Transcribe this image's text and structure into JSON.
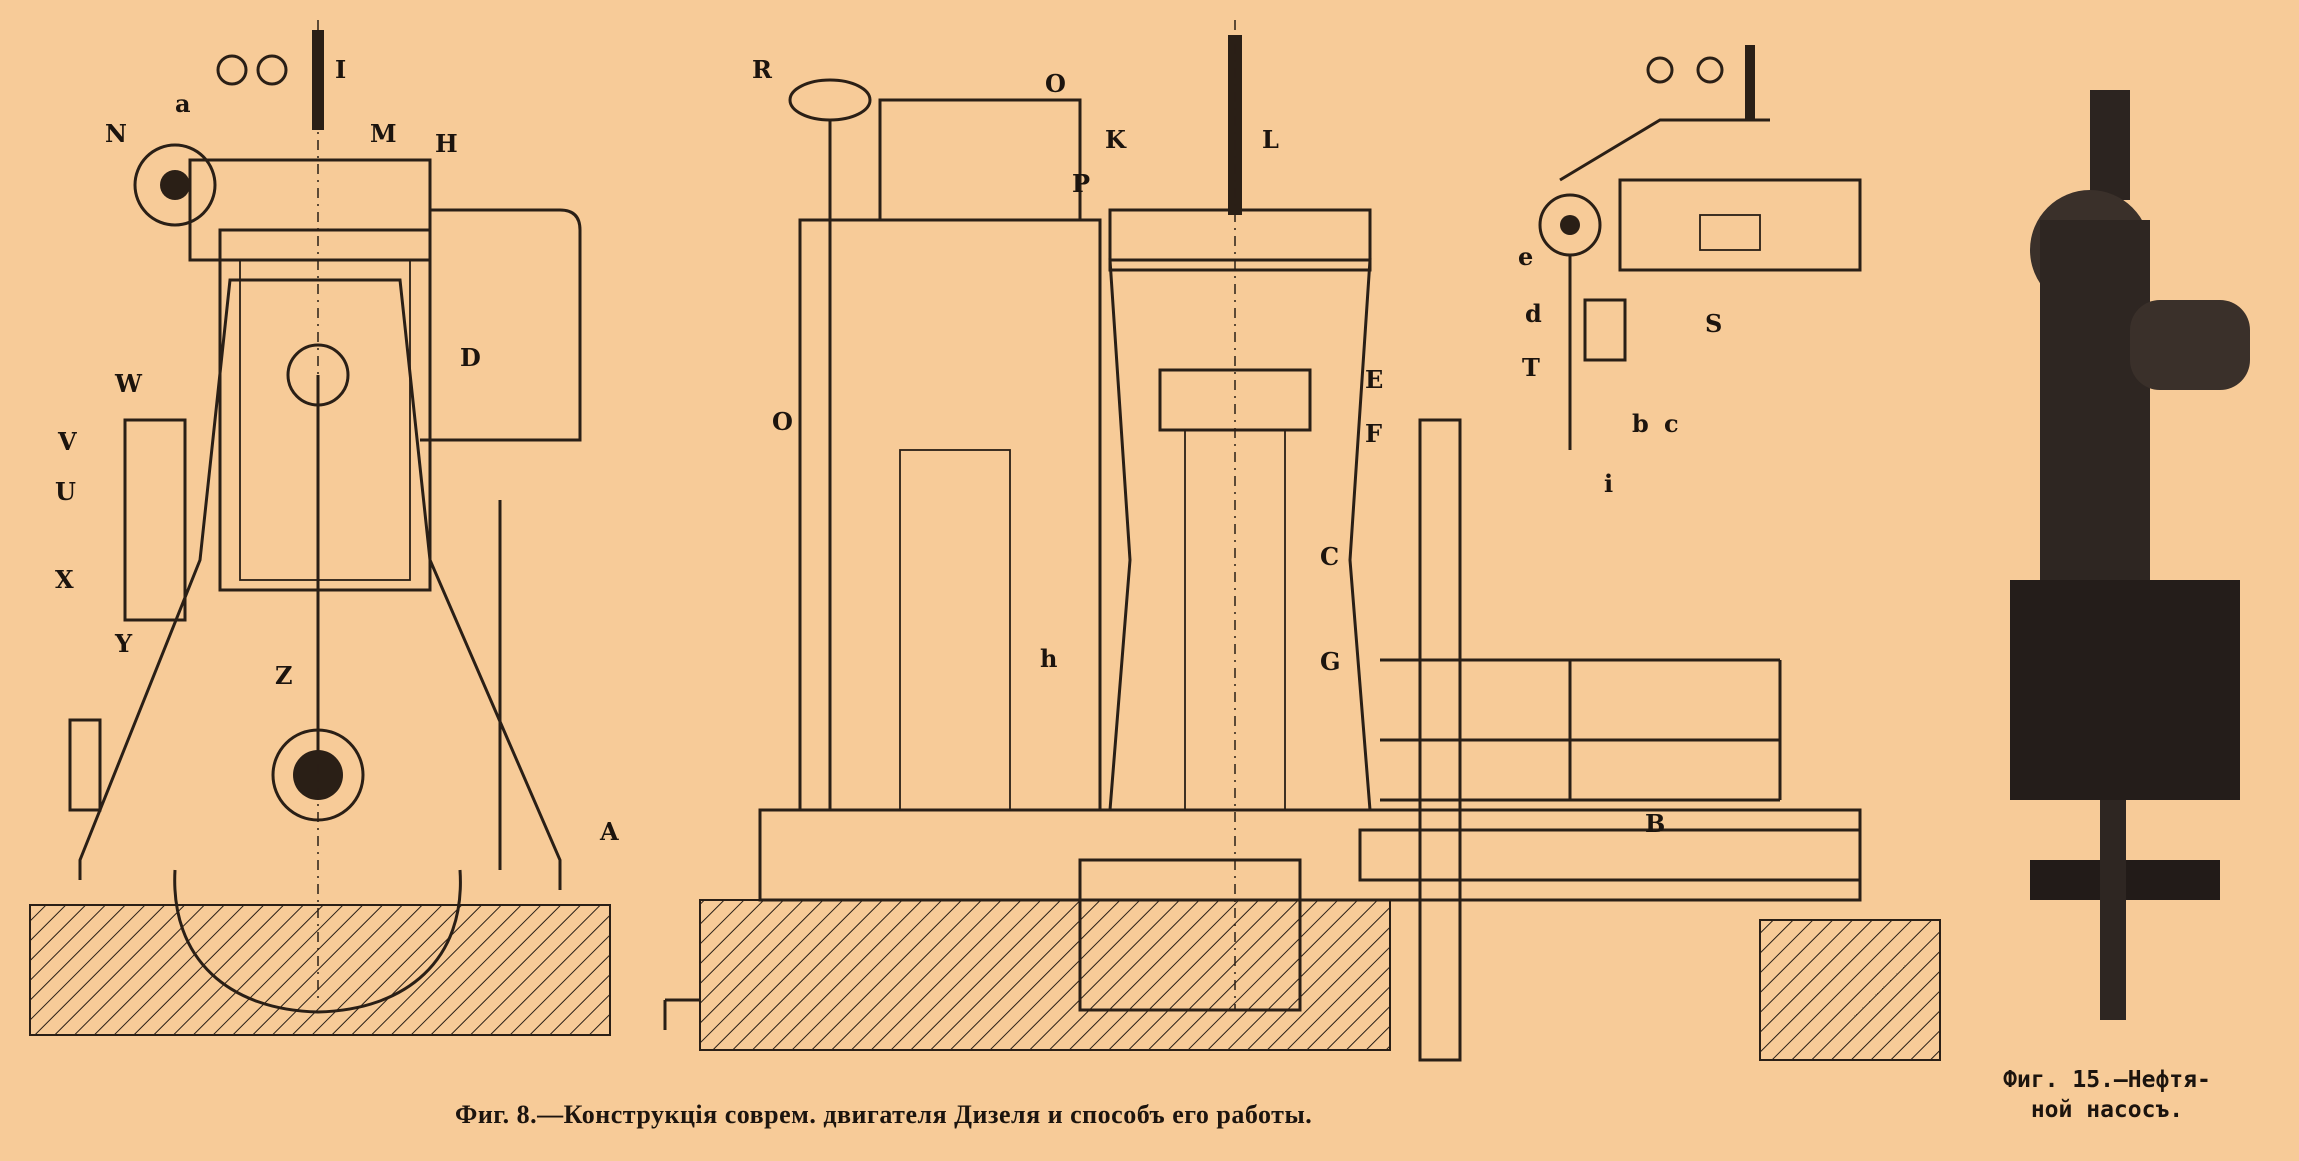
{
  "figures": {
    "fig8": {
      "caption": "Фиг. 8.—Конструкція соврем. двигателя Дизеля и способъ его работы.",
      "left_view_labels": [
        "I",
        "a",
        "M",
        "N",
        "H",
        "D",
        "W",
        "V",
        "U",
        "X",
        "Y",
        "Z",
        "A"
      ],
      "middle_view_labels": [
        "R",
        "O",
        "K",
        "L",
        "P",
        "O",
        "E",
        "F",
        "C",
        "G",
        "h",
        "B"
      ],
      "detail_view_labels": [
        "e",
        "S",
        "d",
        "T",
        "b",
        "c",
        "i"
      ]
    },
    "fig15": {
      "caption_line1": "Фиг. 15.—Нефтя-",
      "caption_line2": "ной насосъ."
    }
  },
  "colors": {
    "paper": "#f7cb98",
    "ink": "#2a1f16"
  }
}
